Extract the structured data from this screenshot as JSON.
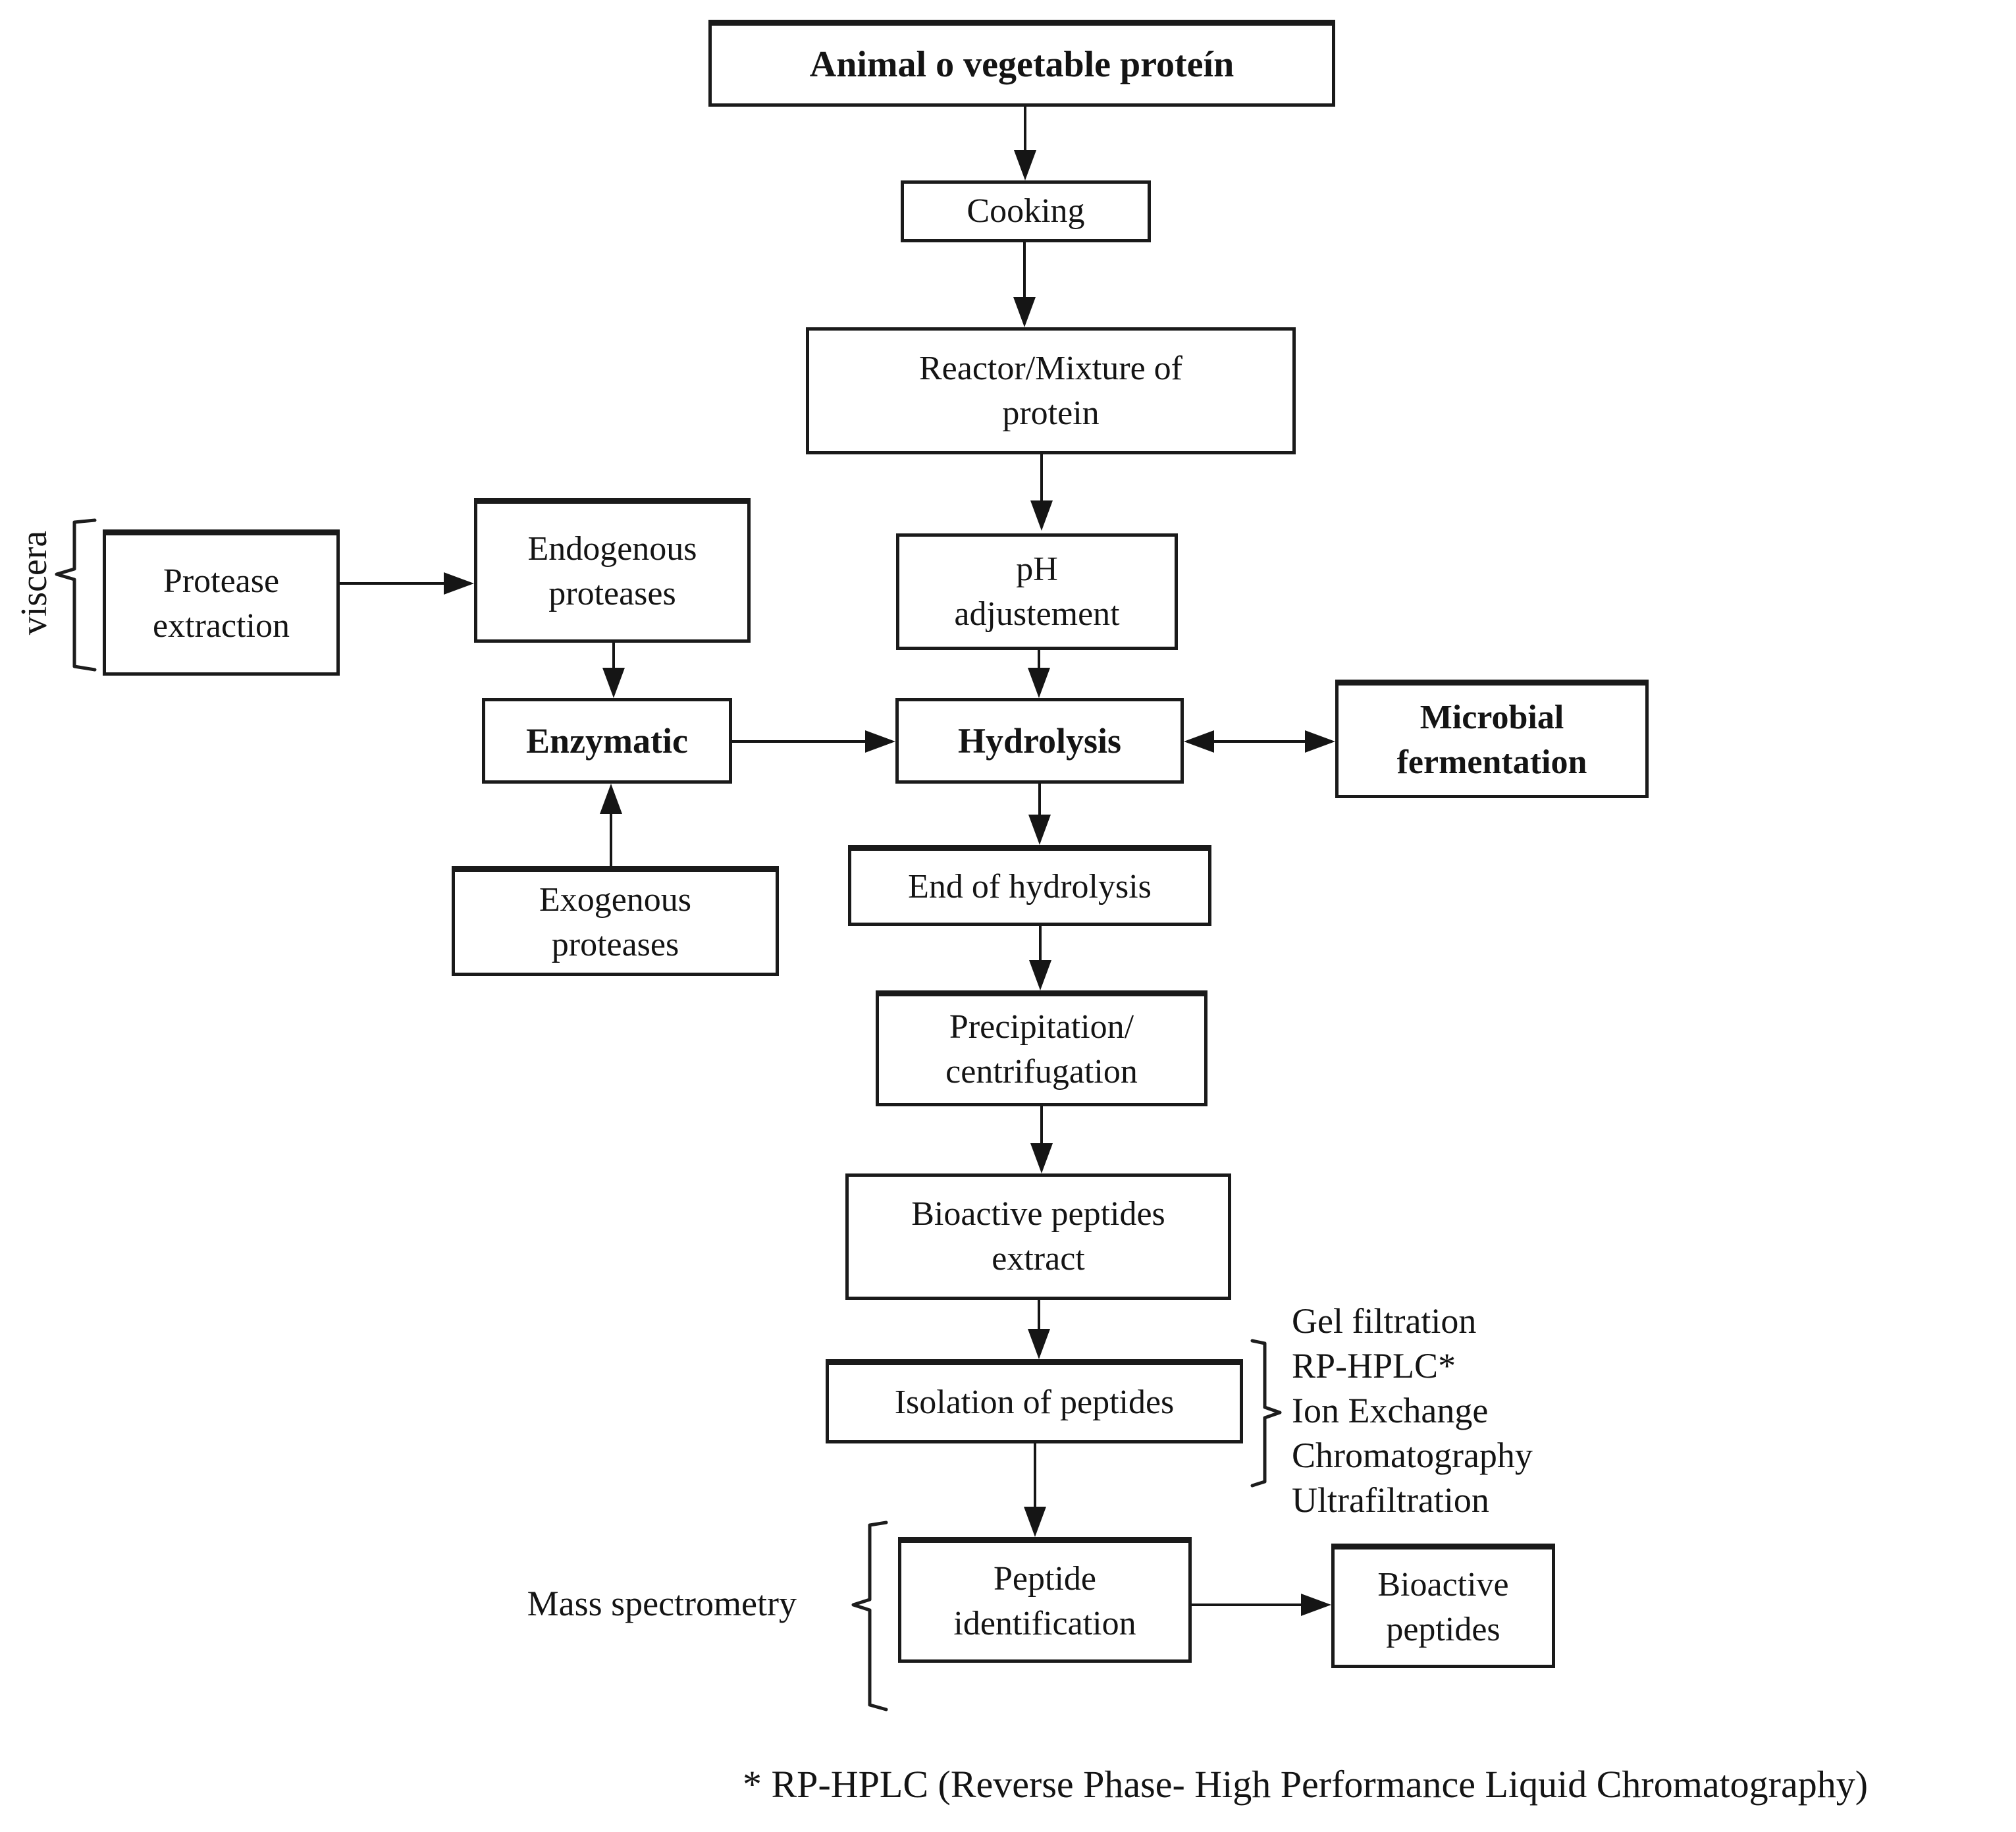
{
  "nodes": {
    "animal_protein": {
      "label": "Animal o vegetable proteín"
    },
    "cooking": {
      "label": "Cooking"
    },
    "reactor": {
      "label": "Reactor/Mixture of\nprotein"
    },
    "ph_adjustement": {
      "label": "pH\nadjustement"
    },
    "hydrolysis": {
      "label": "Hydrolysis"
    },
    "microbial": {
      "label": "Microbial\nfermentation"
    },
    "enzymatic": {
      "label": "Enzymatic"
    },
    "endogenous": {
      "label": "Endogenous\nproteases"
    },
    "protease_extraction": {
      "label": "Protease\nextraction"
    },
    "exogenous": {
      "label": "Exogenous\nproteases"
    },
    "end_hydrolysis": {
      "label": "End of hydrolysis"
    },
    "precipitation": {
      "label": "Precipitation/\ncentrifugation"
    },
    "bioactive_extract": {
      "label": "Bioactive peptides\nextract"
    },
    "isolation": {
      "label": "Isolation of peptides"
    },
    "peptide_identification": {
      "label": "Peptide\nidentification"
    },
    "bioactive_peptides": {
      "label": "Bioactive\npeptides"
    }
  },
  "annotations": {
    "viscera": "viscera",
    "mass_spectrometry": "Mass spectrometry",
    "isolation_methods": [
      "Gel filtration",
      "RP-HPLC*",
      "Ion Exchange",
      "Chromatography",
      "Ultrafiltration"
    ],
    "footnote": "* RP-HPLC (Reverse Phase- High Performance Liquid Chromatography)"
  },
  "colors": {
    "ink": "#141414",
    "border": "#1a1a1a",
    "background": "#ffffff"
  }
}
